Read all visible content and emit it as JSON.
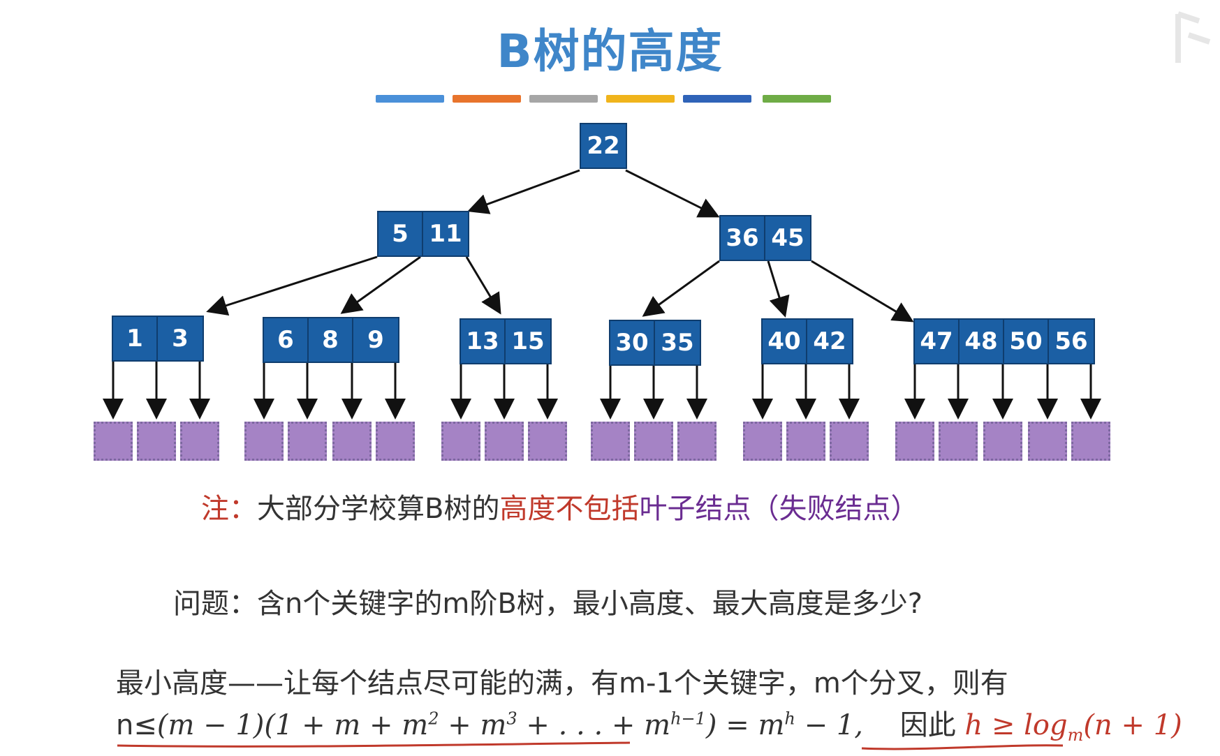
{
  "title": "B树的高度",
  "bar_colors": [
    "#4a90d9",
    "#e8742c",
    "#a6a6a6",
    "#f0b41c",
    "#2f63b8",
    "#6fac46"
  ],
  "tree": {
    "root": [
      "22"
    ],
    "level2": [
      [
        "5",
        "11"
      ],
      [
        "36",
        "45"
      ]
    ],
    "level3": [
      [
        "1",
        "3"
      ],
      [
        "6",
        "8",
        "9"
      ],
      [
        "13",
        "15"
      ],
      [
        "30",
        "35"
      ],
      [
        "40",
        "42"
      ],
      [
        "47",
        "48",
        "50",
        "56"
      ]
    ]
  },
  "note": {
    "prefix": "注：",
    "plain": "大部分学校算B树的",
    "red": "高度不包括",
    "blue": "叶子结点",
    "purple": "（失败结点）"
  },
  "question": "问题：含n个关键字的m阶B树，最小高度、最大高度是多少?",
  "min_height_line": "最小高度——让每个结点尽可能的满，有m-1个关键字，m个分叉，则有",
  "formula": {
    "lhs": "n≤",
    "expr": "(m − 1)(1 + m + m",
    "tail": "= m",
    "conclusion_prefix": "因此",
    "conclusion": "h ≥ log"
  }
}
